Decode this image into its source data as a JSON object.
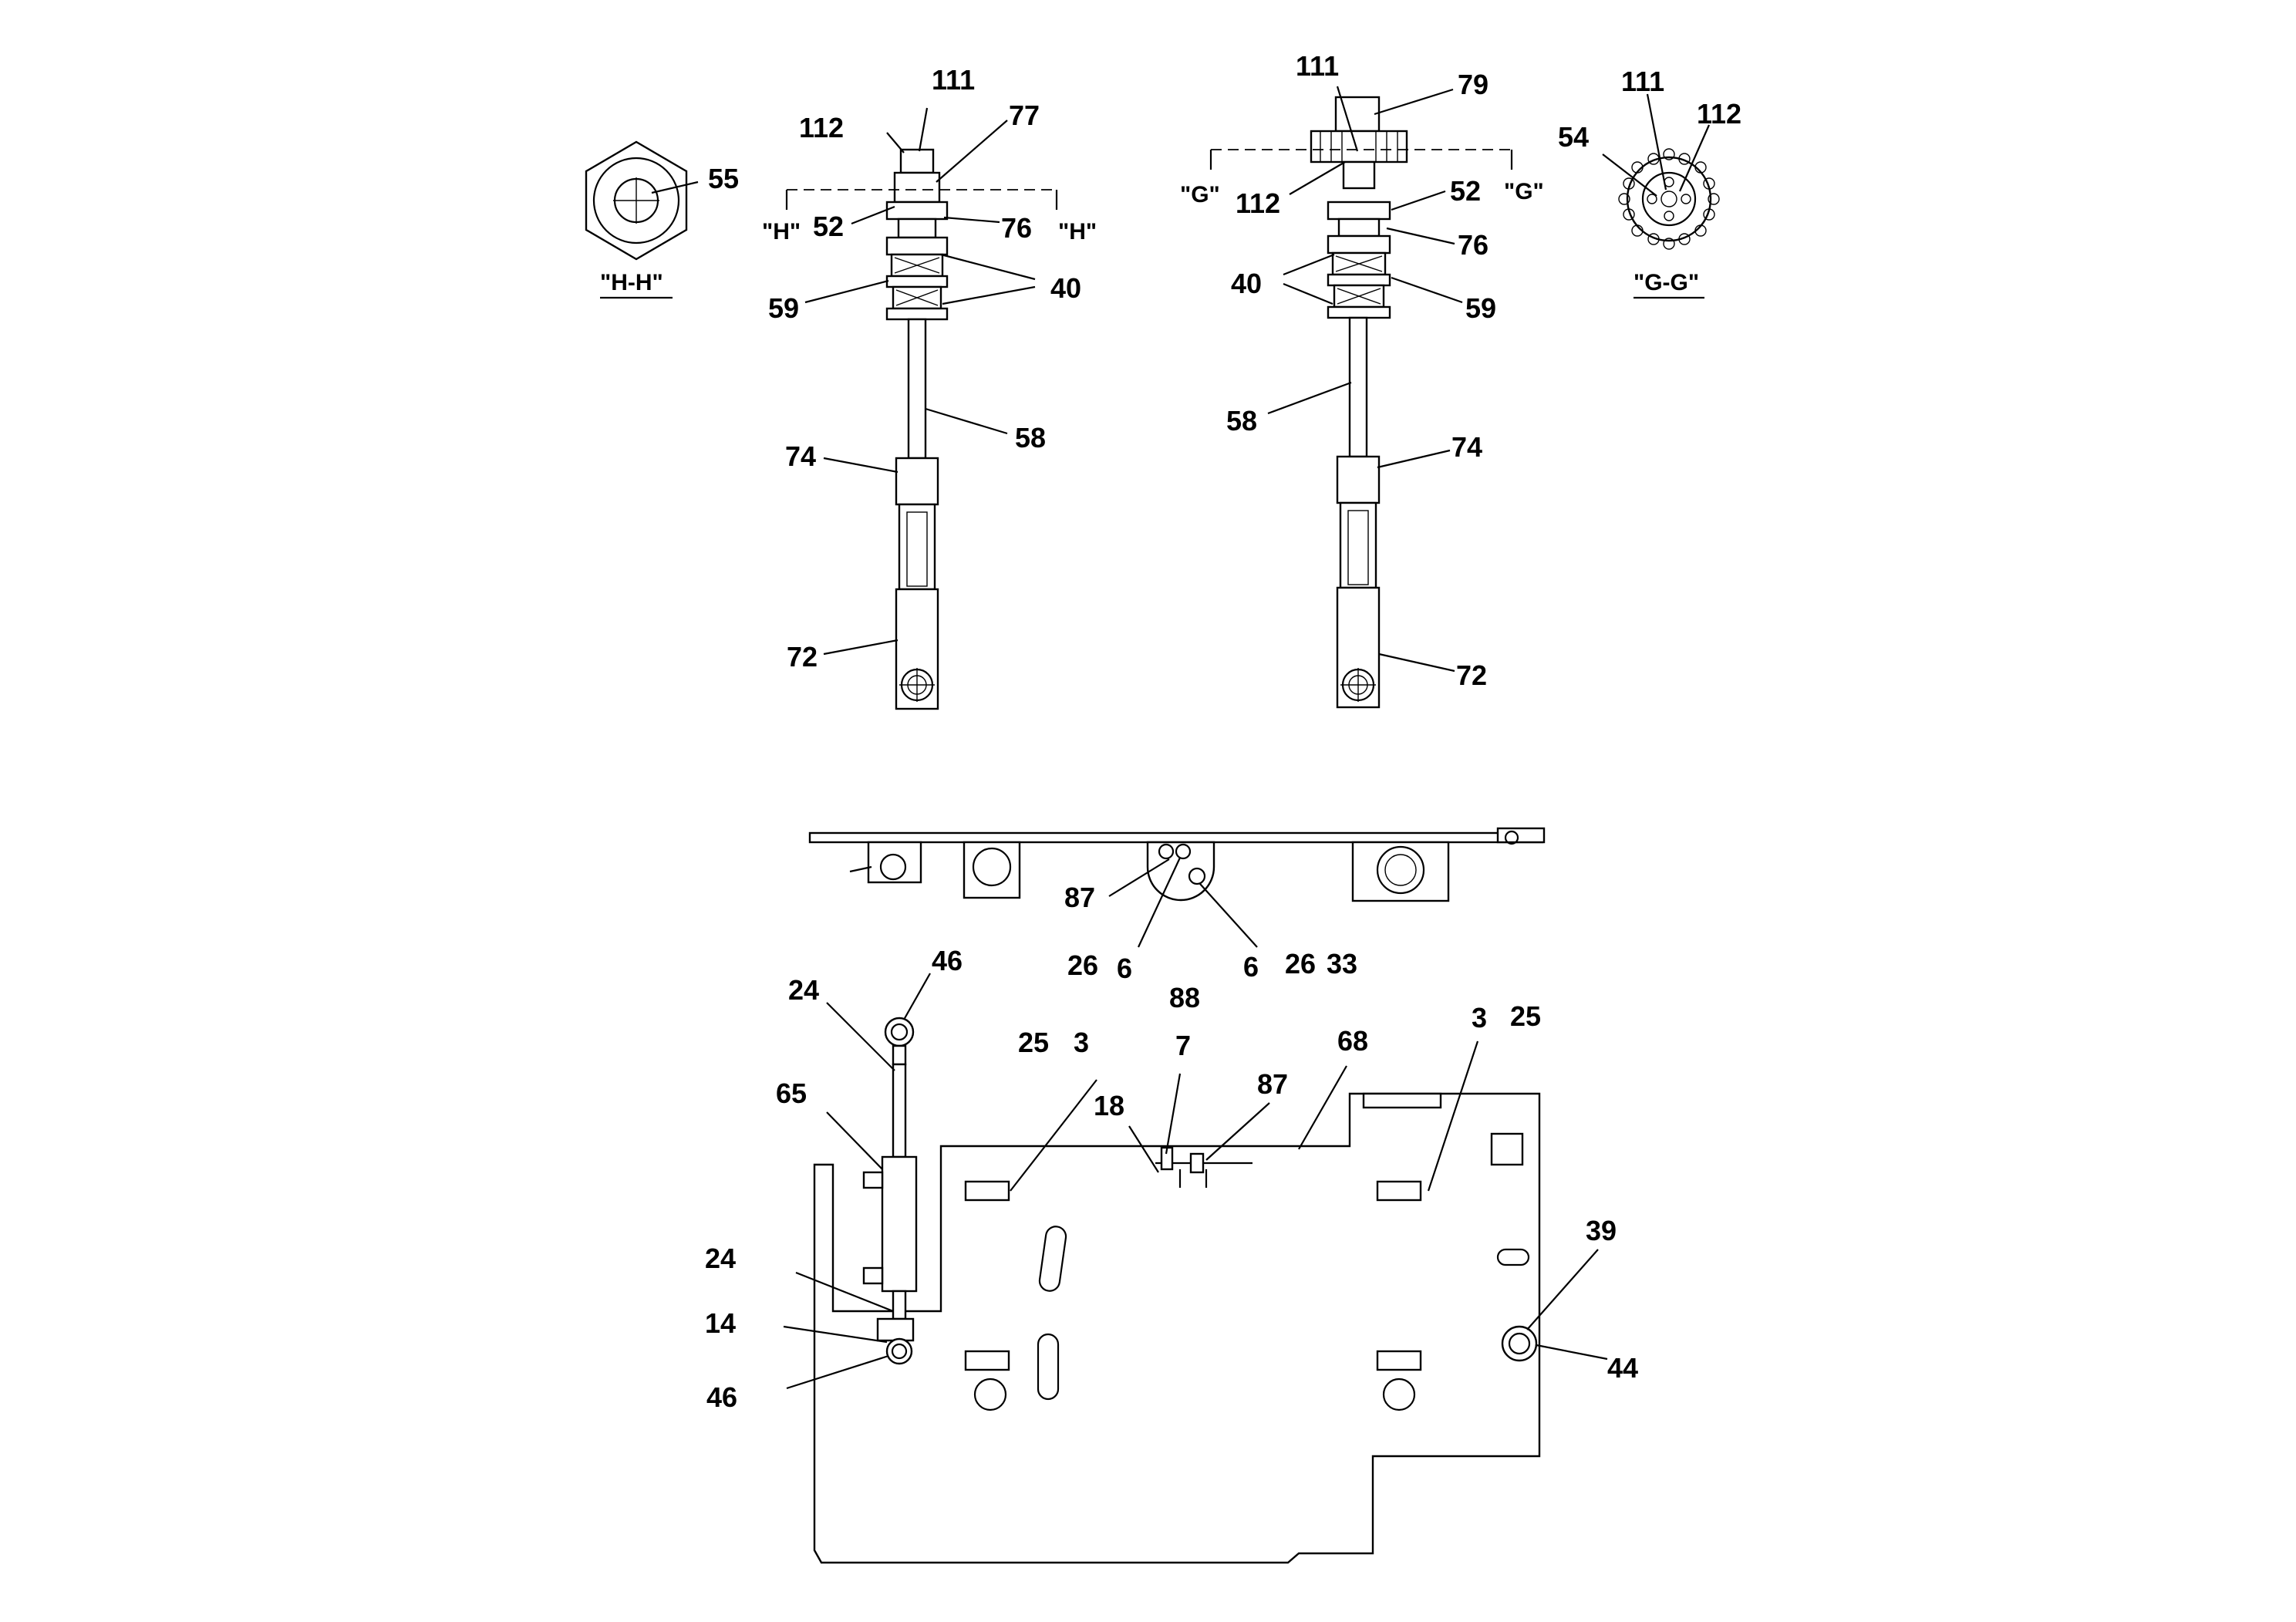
{
  "diagram": {
    "section_markers": {
      "h_left": "\"H\"",
      "h_right": "\"H\"",
      "g_left": "\"G\"",
      "g_right": "\"G\"",
      "hh_title": "\"H-H\"",
      "gg_title": "\"G-G\""
    },
    "labels": {
      "hh_55": "55",
      "l_111": "111",
      "l_112": "112",
      "l_77": "77",
      "l_52": "52",
      "l_76": "76",
      "l_40": "40",
      "l_59": "59",
      "l_58": "58",
      "l_74": "74",
      "l_72": "72",
      "r_111": "111",
      "r_79": "79",
      "r_112": "112",
      "r_52": "52",
      "r_76": "76",
      "r_40": "40",
      "r_59": "59",
      "r_58": "58",
      "r_74": "74",
      "r_72": "72",
      "gg_111": "111",
      "gg_112": "112",
      "gg_54": "54",
      "b_87a": "87",
      "b_26a": "26",
      "b_6a": "6",
      "b_6b": "6",
      "b_26b": "26",
      "b_33": "33",
      "b_88": "88",
      "b_46a": "46",
      "b_24a": "24",
      "b_25a": "25",
      "b_3a": "3",
      "b_7": "7",
      "b_68": "68",
      "b_3b": "3",
      "b_25b": "25",
      "b_65": "65",
      "b_18": "18",
      "b_87b": "87",
      "b_24b": "24",
      "b_14": "14",
      "b_46b": "46",
      "b_39": "39",
      "b_44": "44"
    }
  }
}
